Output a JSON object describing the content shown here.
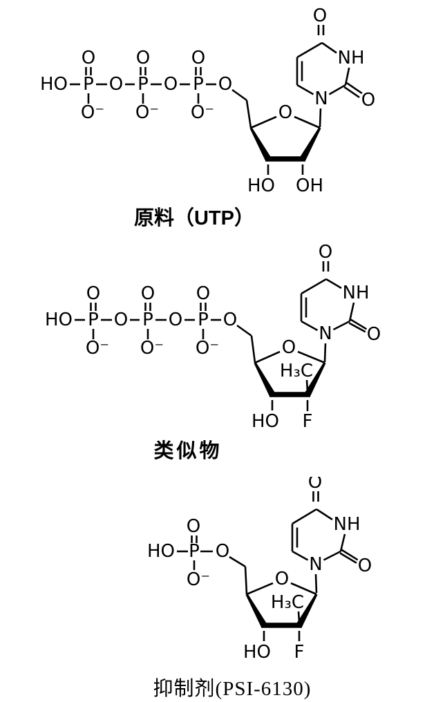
{
  "colors": {
    "ink": "#000000",
    "background": "#ffffff"
  },
  "atoms": {
    "O": "O",
    "P": "P",
    "N": "N",
    "NH": "NH",
    "HO": "HO",
    "OH": "OH",
    "F": "F",
    "O_minus": "O⁻",
    "H3C": "H₃C"
  },
  "structures": [
    {
      "id": "utp",
      "caption": "原料（UTP）"
    },
    {
      "id": "analog",
      "caption": "类似物"
    },
    {
      "id": "inhibitor",
      "caption": "抑制剂(PSI-6130)"
    }
  ]
}
